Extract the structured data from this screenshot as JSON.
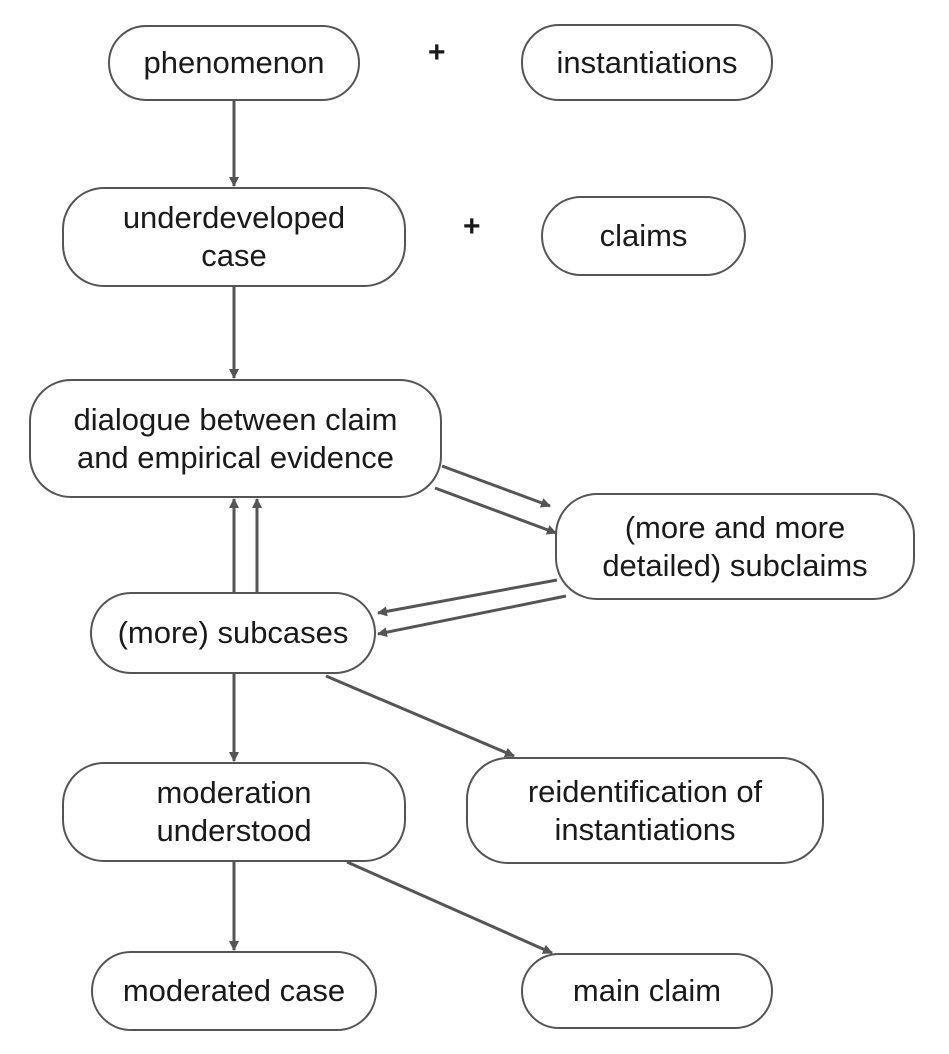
{
  "colors": {
    "stroke": "#555555",
    "text": "#1a1a1a",
    "background": "#ffffff"
  },
  "nodes": {
    "phenomenon": "phenomenon",
    "instantiations": "instantiations",
    "underdeveloped_case": "underdeveloped\ncase",
    "claims": "claims",
    "dialogue": "dialogue between claim\nand empirical evidence",
    "subclaims": "(more and more\ndetailed) subclaims",
    "subcases": "(more) subcases",
    "moderation_understood": "moderation\nunderstood",
    "reidentification": "reidentification of\ninstantiations",
    "moderated_case": "moderated case",
    "main_claim": "main claim"
  },
  "operators": {
    "plus_top": "+",
    "plus_middle": "+"
  },
  "edges": [
    {
      "from": "phenomenon",
      "to": "underdeveloped_case"
    },
    {
      "from": "underdeveloped_case",
      "to": "dialogue"
    },
    {
      "from": "dialogue",
      "to": "subclaims"
    },
    {
      "from": "dialogue",
      "to": "subclaims"
    },
    {
      "from": "subclaims",
      "to": "subcases"
    },
    {
      "from": "subclaims",
      "to": "subcases"
    },
    {
      "from": "subcases",
      "to": "dialogue"
    },
    {
      "from": "subcases",
      "to": "dialogue"
    },
    {
      "from": "subcases",
      "to": "moderation_understood"
    },
    {
      "from": "subcases",
      "to": "reidentification"
    },
    {
      "from": "moderation_understood",
      "to": "moderated_case"
    },
    {
      "from": "moderation_understood",
      "to": "main_claim"
    }
  ]
}
